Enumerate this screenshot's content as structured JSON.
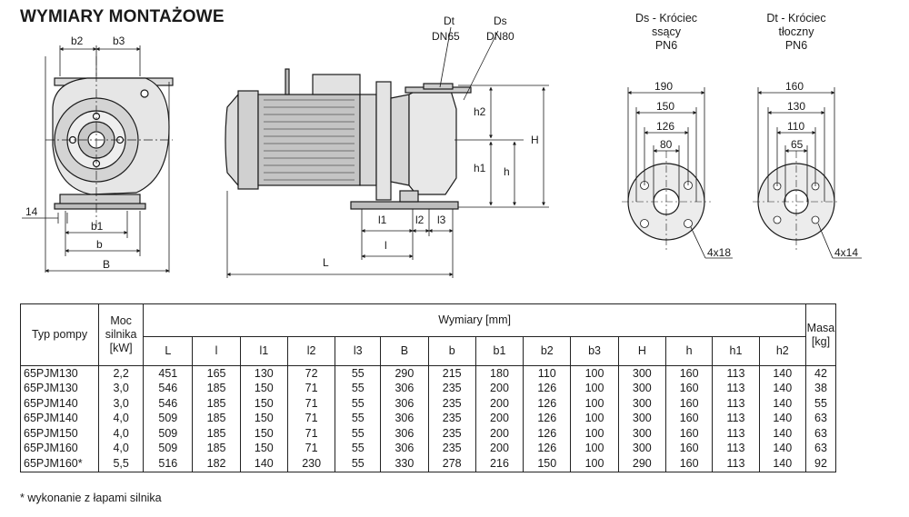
{
  "title": "WYMIARY MONTAŻOWE",
  "drawing_labels": {
    "dt": "Dt",
    "dn65": "DN65",
    "ds": "Ds",
    "dn80": "DN80",
    "b2": "b2",
    "b3": "b3",
    "d14": "14",
    "b1": "b1",
    "b": "b",
    "B": "B",
    "h2": "h2",
    "h1": "h1",
    "h": "h",
    "H": "H",
    "l1": "l1",
    "l2": "l2",
    "l3": "l3",
    "l": "l",
    "L": "L"
  },
  "flange_ds": {
    "caption": [
      "Ds - Króciec",
      "ssący",
      "PN6"
    ],
    "dims": [
      "190",
      "150",
      "126",
      "80"
    ],
    "holes": "4x18"
  },
  "flange_dt": {
    "caption": [
      "Dt - Króciec",
      "tłoczny",
      "PN6"
    ],
    "dims": [
      "160",
      "130",
      "110",
      "65"
    ],
    "holes": "4x14"
  },
  "table": {
    "col_type": "Typ pompy",
    "col_power": "Moc silnika [kW]",
    "col_dims": "Wymiary [mm]",
    "col_mass": "Masa [kg]",
    "dim_headers": [
      "L",
      "l",
      "l1",
      "l2",
      "l3",
      "B",
      "b",
      "b1",
      "b2",
      "b3",
      "H",
      "h",
      "h1",
      "h2"
    ],
    "rows": [
      [
        "65PJM130",
        "2,2",
        "451",
        "165",
        "130",
        "72",
        "55",
        "290",
        "215",
        "180",
        "110",
        "100",
        "300",
        "160",
        "113",
        "140",
        "42"
      ],
      [
        "65PJM130",
        "3,0",
        "546",
        "185",
        "150",
        "71",
        "55",
        "306",
        "235",
        "200",
        "126",
        "100",
        "300",
        "160",
        "113",
        "140",
        "38"
      ],
      [
        "65PJM140",
        "3,0",
        "546",
        "185",
        "150",
        "71",
        "55",
        "306",
        "235",
        "200",
        "126",
        "100",
        "300",
        "160",
        "113",
        "140",
        "55"
      ],
      [
        "65PJM140",
        "4,0",
        "509",
        "185",
        "150",
        "71",
        "55",
        "306",
        "235",
        "200",
        "126",
        "100",
        "300",
        "160",
        "113",
        "140",
        "63"
      ],
      [
        "65PJM150",
        "4,0",
        "509",
        "185",
        "150",
        "71",
        "55",
        "306",
        "235",
        "200",
        "126",
        "100",
        "300",
        "160",
        "113",
        "140",
        "63"
      ],
      [
        "65PJM160",
        "4,0",
        "509",
        "185",
        "150",
        "71",
        "55",
        "306",
        "235",
        "200",
        "126",
        "100",
        "300",
        "160",
        "113",
        "140",
        "63"
      ],
      [
        "65PJM160*",
        "5,5",
        "516",
        "182",
        "140",
        "230",
        "55",
        "330",
        "278",
        "216",
        "150",
        "100",
        "290",
        "160",
        "113",
        "140",
        "92"
      ]
    ]
  },
  "footnote": "* wykonanie z łapami silnika"
}
